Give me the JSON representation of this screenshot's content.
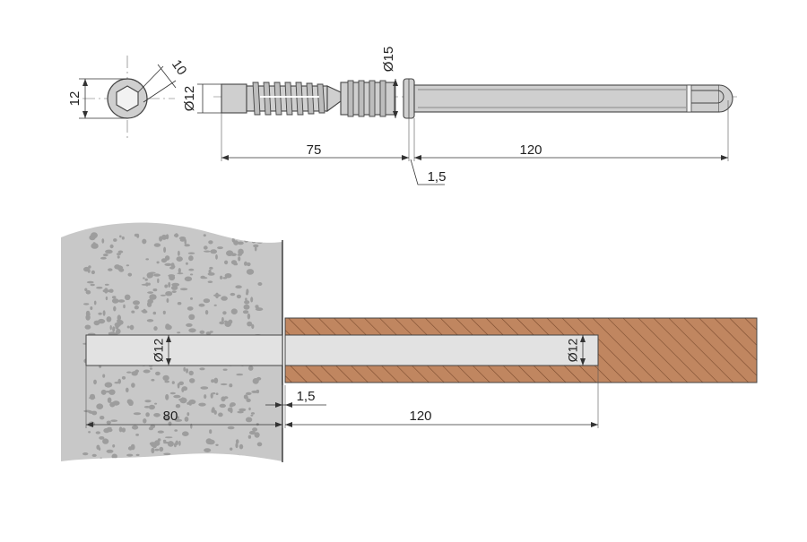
{
  "colors": {
    "concrete": "#c8c8c8",
    "concrete_speckle": "#9d9d9d",
    "wood": "#c08660",
    "wood_hatch": "#7a4b2e",
    "hole_fill": "#e2e2e2",
    "part_fill": "#cfcfcf",
    "line": "#333333"
  },
  "top_view": {
    "head": {
      "height_label": "12",
      "hex_label": "10"
    },
    "side": {
      "dia_left_label": "Ø12",
      "dia_collar_label": "Ø15",
      "len_left_label": "75",
      "len_right_label": "120",
      "collar_label": "1,5"
    }
  },
  "installed_view": {
    "dia_wall_label": "Ø12",
    "dia_shelf_label": "Ø12",
    "gap_label": "1,5",
    "wall_depth_label": "80",
    "shelf_depth_label": "120"
  }
}
